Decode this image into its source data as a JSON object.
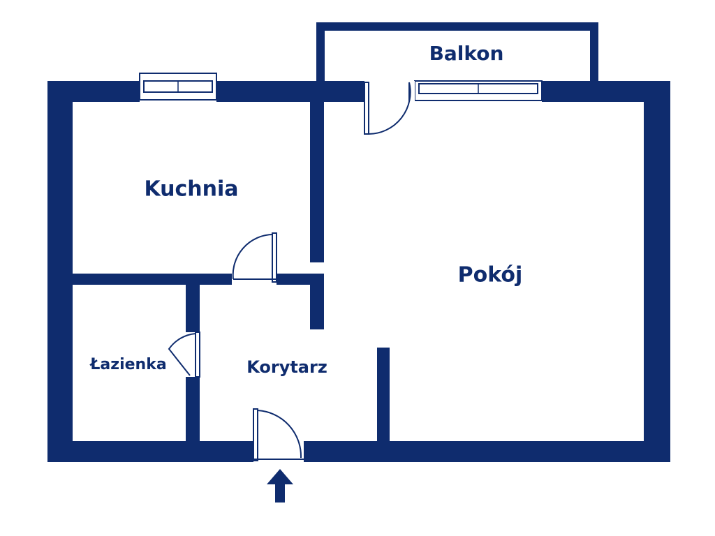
{
  "rooms": {
    "balkon": "Balkon",
    "kuchnia": "Kuchnia",
    "pokoj": "Pokój",
    "lazienka": "Łazienka",
    "korytarz": "Korytarz"
  },
  "colors": {
    "wall": "#0f2c6e",
    "background": "#ffffff"
  },
  "icons": {
    "entrance": "entrance-arrow-icon"
  }
}
